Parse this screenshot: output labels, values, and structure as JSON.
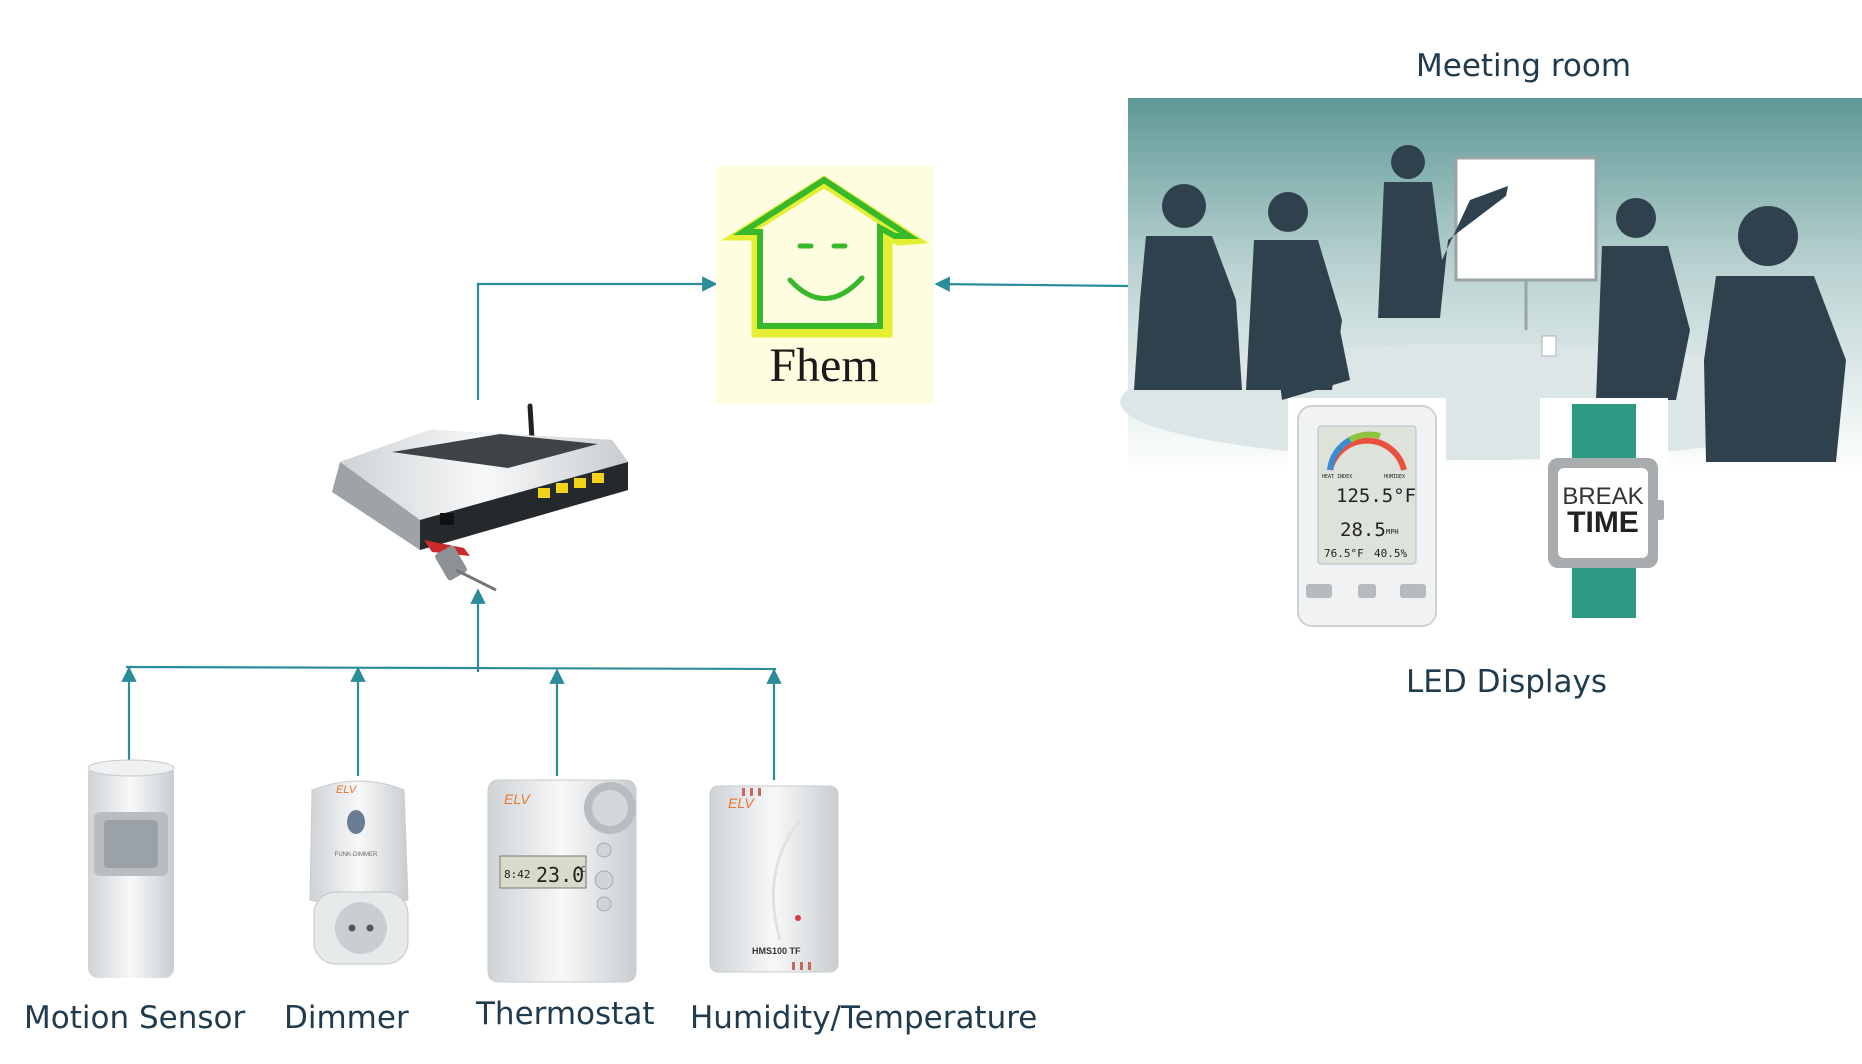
{
  "labels": {
    "meeting_room": "Meeting room",
    "led_displays": "LED Displays",
    "motion_sensor": "Motion Sensor",
    "dimmer": "Dimmer",
    "thermostat": "Thermostat",
    "humidity_temperature": "Humidity/Temperature"
  },
  "fhem": {
    "name": "Fhem"
  },
  "weather_display": {
    "temperature": "125.5°F",
    "wind": "28.5",
    "wind_unit": "MPH",
    "indoor_temp": "76.5°F",
    "humidity": "40.5%",
    "heat_index_label": "HEAT INDEX",
    "humidex_label": "HUMIDEX"
  },
  "watch_display": {
    "line1": "BREAK",
    "line2": "TIME"
  },
  "device_brand": "ELV",
  "dimmer_text": "FUNK-DIMMER",
  "thermostat_display": {
    "left": "8:42",
    "value": "23.0",
    "unit": "°C"
  },
  "hms_model": "HMS100 TF",
  "colors": {
    "arrow": "#2b8c9a",
    "label": "#1f3b4d",
    "fhem_green": "#38b82b",
    "fhem_bg": "#fffde0",
    "watch_teal": "#2e9a84",
    "silhouette": "#2f414c"
  }
}
